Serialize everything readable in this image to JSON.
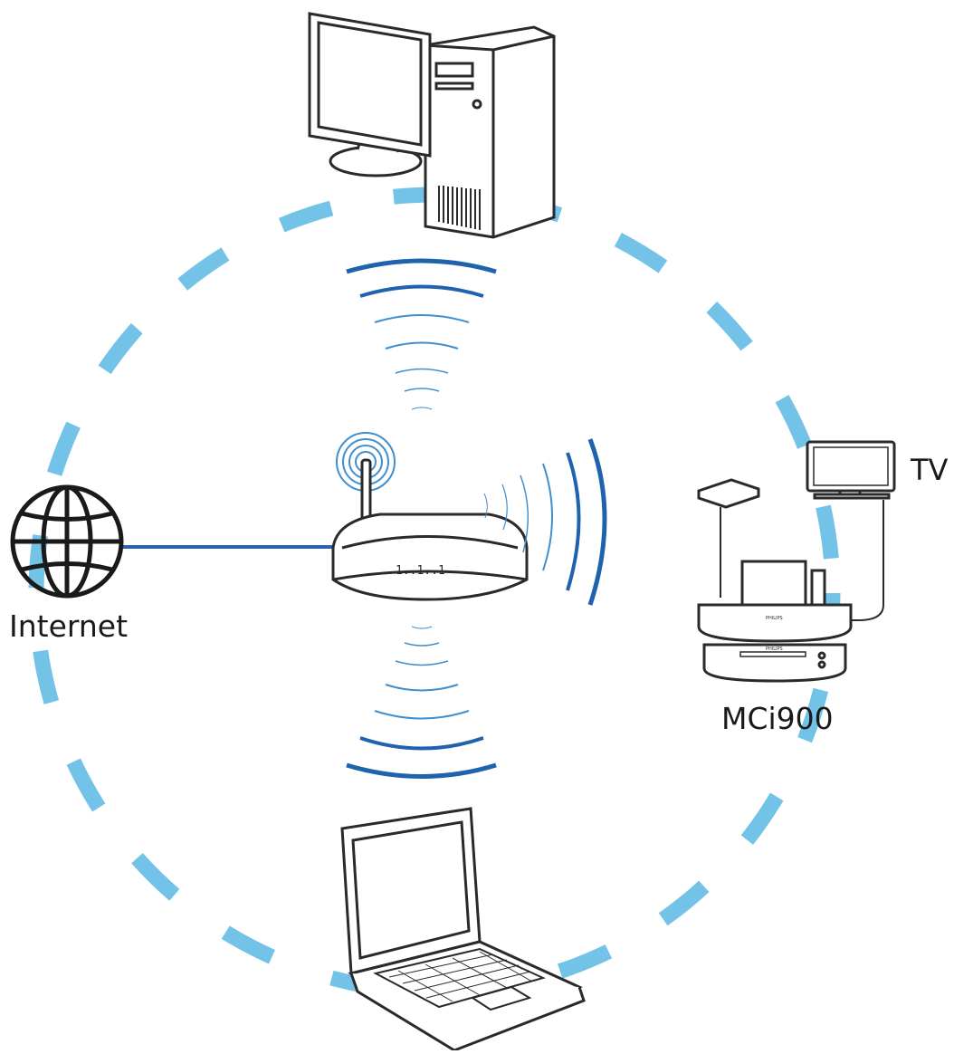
{
  "labels": {
    "internet": "Internet",
    "tv": "TV",
    "mci900": "MCi900"
  },
  "device_badges": {
    "router": "1..1..1",
    "mci_brand": "PHILIPS"
  },
  "colors": {
    "ring": "#73c3e8",
    "signal_dark": "#1f62ad",
    "signal_light": "#3f8fd0",
    "link_line": "#2a63ad",
    "outline": "#2a2a2a"
  },
  "icons": [
    "globe-icon",
    "desktop-computer-icon",
    "router-icon",
    "laptop-icon",
    "tv-icon",
    "mci900-device-icon"
  ]
}
